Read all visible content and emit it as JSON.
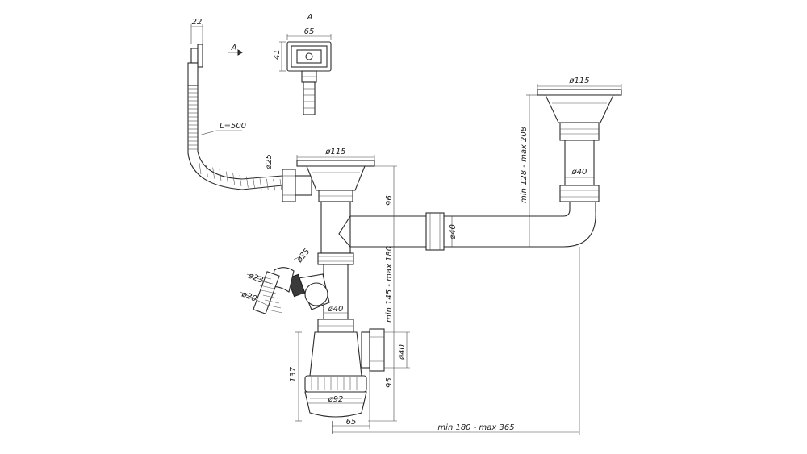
{
  "view_label": "A",
  "arrow_label": "A",
  "dimensions": {
    "hose_width": "22",
    "hose_length": "L=500",
    "hose_dia": "ø25",
    "view_width": "65",
    "view_height": "41",
    "left_bowl_dia": "ø115",
    "right_bowl_dia": "ø115",
    "right_pipe_dia": "ø40",
    "right_height": "min 128 - max 208",
    "left_drop": "96",
    "horizontal_pipe_dia": "ø40",
    "tee_height": "min 145 - max 180",
    "side_outlet_dia": "ø25",
    "elbow_dia_23": "ø23",
    "elbow_dia_20": "ø20",
    "lower_pipe_dia": "ø40",
    "outlet_dia": "ø40",
    "trap_height": "137",
    "outlet_height": "95",
    "trap_dia": "ø92",
    "trap_offset": "65",
    "span": "min 180 - max 365"
  }
}
